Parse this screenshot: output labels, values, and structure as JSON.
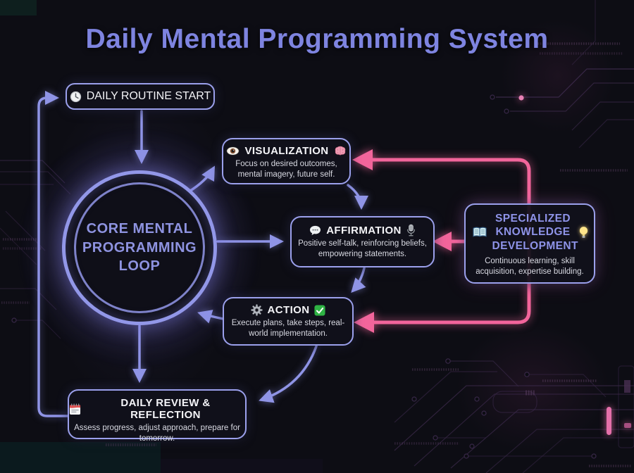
{
  "title": "Daily Mental Programming System",
  "nodes": {
    "daily_routine_start": {
      "label": "DAILY ROUTINE START",
      "icon": "clock-icon"
    },
    "core_loop": {
      "label": "CORE MENTAL PROGRAMMING LOOP"
    },
    "visualization": {
      "label": "VISUALIZATION",
      "icon_left": "eye-icon",
      "icon_right": "brain-icon",
      "description": "Focus on desired outcomes, mental imagery, future self."
    },
    "affirmation": {
      "label": "AFFIRMATION",
      "icon_left": "speech-bubble-icon",
      "icon_right": "microphone-icon",
      "description": "Positive self-talk, reinforcing beliefs, empowering statements."
    },
    "action": {
      "label": "ACTION",
      "icon_left": "gear-icon",
      "icon_right": "check-icon",
      "description": "Execute plans, take steps, real-world implementation."
    },
    "specialized_knowledge": {
      "label": "SPECIALIZED KNOWLEDGE DEVELOPMENT",
      "icon_left": "open-book-icon",
      "icon_right": "lightbulb-icon",
      "description": "Continuous learning, skill acquisition, expertise building."
    },
    "daily_review": {
      "label": "DAILY REVIEW & REFLECTION",
      "icon": "calendar-icon",
      "description": "Assess progress, adjust approach, prepare for tomorrow."
    }
  },
  "edges": [
    {
      "from": "daily_review",
      "to": "daily_routine_start",
      "color": "purple"
    },
    {
      "from": "daily_routine_start",
      "to": "core_loop",
      "color": "purple"
    },
    {
      "from": "core_loop",
      "to": "visualization",
      "color": "purple"
    },
    {
      "from": "core_loop",
      "to": "affirmation",
      "color": "purple"
    },
    {
      "from": "visualization",
      "to": "affirmation",
      "color": "purple"
    },
    {
      "from": "affirmation",
      "to": "action",
      "color": "purple"
    },
    {
      "from": "action",
      "to": "core_loop",
      "color": "purple"
    },
    {
      "from": "core_loop",
      "to": "daily_review",
      "color": "purple"
    },
    {
      "from": "action",
      "to": "daily_review",
      "color": "purple"
    },
    {
      "from": "specialized_knowledge",
      "to": "visualization",
      "color": "pink"
    },
    {
      "from": "specialized_knowledge",
      "to": "affirmation",
      "color": "pink"
    },
    {
      "from": "specialized_knowledge",
      "to": "action",
      "color": "pink"
    }
  ],
  "colors": {
    "background": "#0d0d14",
    "accent_purple": "#8f94e6",
    "accent_pink": "#f2659b",
    "title_text": "#7e84e0",
    "node_border": "#9ba0ec",
    "node_background": "#11111b",
    "heading_text": "#f4f4f8",
    "body_text": "#d8d9e2",
    "check_green": "#2fb344"
  }
}
